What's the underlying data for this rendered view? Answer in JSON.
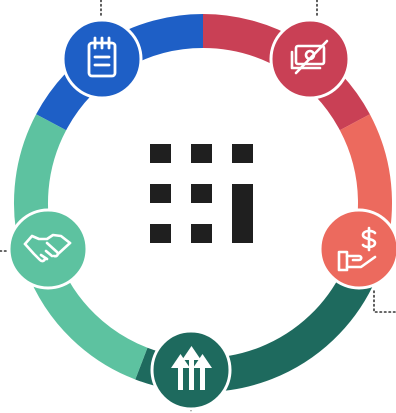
{
  "diagram": {
    "ring_segments": [
      {
        "name": "blue",
        "color": "#1e5fc6"
      },
      {
        "name": "crimson",
        "color": "#c94055"
      },
      {
        "name": "coral",
        "color": "#ec6a5e"
      },
      {
        "name": "dark-teal",
        "color": "#1e6a5e"
      },
      {
        "name": "mint",
        "color": "#5dc2a0"
      }
    ],
    "nodes": [
      {
        "icon": "notepad-icon",
        "color": "#1e5fc6"
      },
      {
        "icon": "no-cash-icon",
        "color": "#c94055"
      },
      {
        "icon": "hand-dollar-icon",
        "color": "#ec6a5e"
      },
      {
        "icon": "growth-arrows-icon",
        "color": "#1e6a5e"
      },
      {
        "icon": "handshake-icon",
        "color": "#5dc2a0"
      }
    ],
    "center_logo": {
      "icon": "grid-logo-icon",
      "color": "#1f1f1f"
    }
  }
}
